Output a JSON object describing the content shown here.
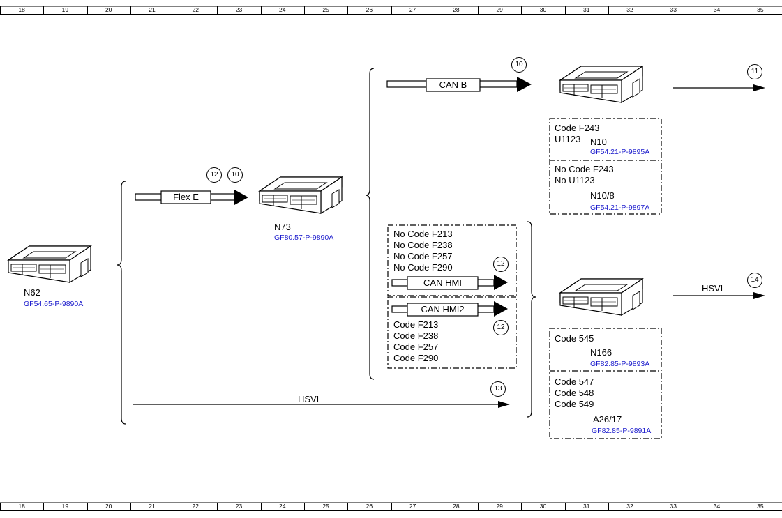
{
  "ruler": [
    "18",
    "19",
    "20",
    "21",
    "22",
    "23",
    "24",
    "25",
    "26",
    "27",
    "28",
    "29",
    "30",
    "31",
    "32",
    "33",
    "34",
    "35"
  ],
  "modules": {
    "n62": {
      "name": "N62",
      "doc": "GF54.65-P-9890A"
    },
    "n73": {
      "name": "N73",
      "doc": "GF80.57-P-9890A"
    }
  },
  "buses": {
    "flex_e": "Flex E",
    "can_b": "CAN B",
    "can_hmi": "CAN HMI",
    "can_hmi2": "CAN HMI2",
    "hsvl_bottom": "HSVL",
    "hsvl_right": "HSVL"
  },
  "refs": {
    "flex_e_a": "12",
    "flex_e_b": "10",
    "can_b": "10",
    "top_right": "11",
    "can_hmi": "12",
    "can_hmi2": "12",
    "hsvl_bottom": "13",
    "hsvl_right": "14"
  },
  "box_hmi_top": [
    "No Code F213",
    "No Code F238",
    "No Code F257",
    "No Code F290"
  ],
  "box_hmi_bottom": [
    "Code F213",
    "Code F238",
    "Code F257",
    "Code F290"
  ],
  "box_n10": {
    "upper_lines": [
      "Code F243",
      "U1123"
    ],
    "upper_name": "N10",
    "upper_doc": "GF54.21-P-9895A",
    "lower_lines": [
      "No  Code F243",
      "No  U1123"
    ],
    "lower_name": "N10/8",
    "lower_doc": "GF54.21-P-9897A"
  },
  "box_n166": {
    "upper_lines": [
      "Code 545"
    ],
    "upper_name": "N166",
    "upper_doc": "GF82.85-P-9893A",
    "lower_lines": [
      "Code 547",
      "Code 548",
      "Code 549"
    ],
    "lower_name": "A26/17",
    "lower_doc": "GF82.85-P-9891A"
  }
}
